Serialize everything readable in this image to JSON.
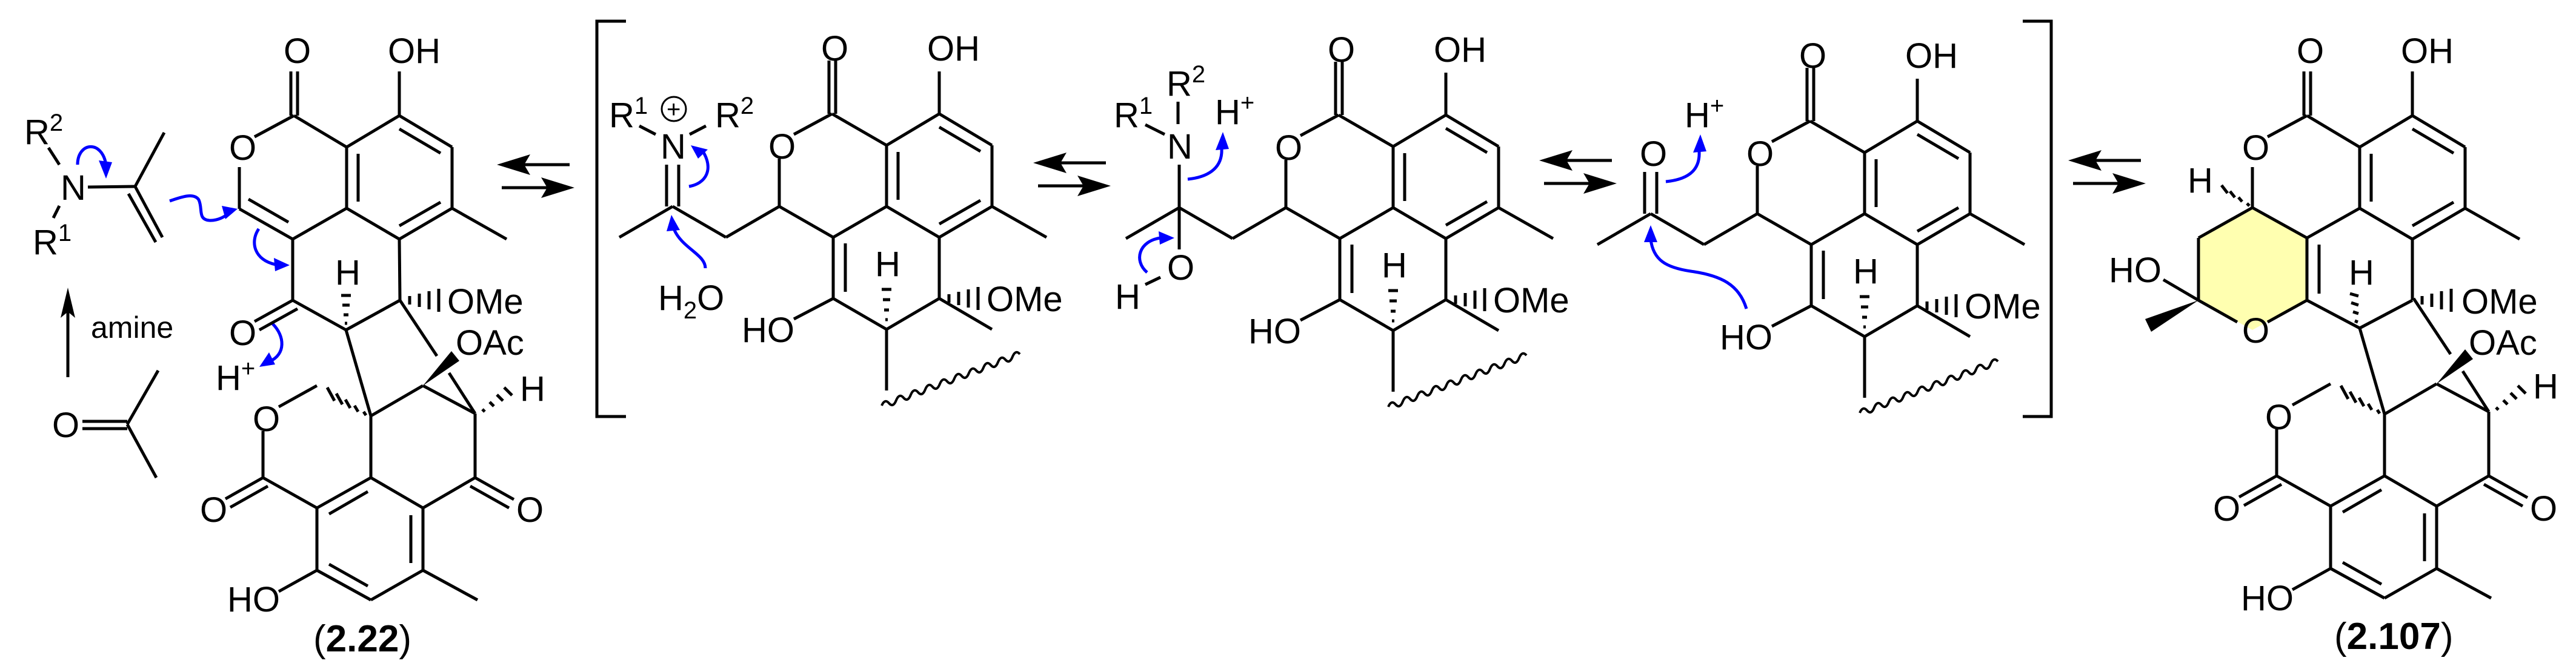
{
  "scheme": {
    "description": "Proposed mechanism: amine-catalysed enamine addition of acetone to (2.22) giving hemiketal (2.107)",
    "colors": {
      "bonds": "#000000",
      "mechanism_arrows": "#0000ff",
      "highlight_ring": "#ffffb0",
      "background": "#ffffff"
    }
  },
  "reagents": {
    "enamine": {
      "r1": "R",
      "r1_sup": "1",
      "r2": "R",
      "r2_sup": "2",
      "n": "N"
    },
    "acetone": {
      "o": "O"
    },
    "amine_step_label": "amine"
  },
  "compound_2_22": {
    "label_open": "(",
    "label_number": "2.22",
    "label_close": ")",
    "atoms": {
      "top_carbonyl_o": "O",
      "top_oh": "OH",
      "lactone_o": "O",
      "ketone_o": "O",
      "proton": "H",
      "proton_sup": "+",
      "stereo_h": "H",
      "ome": "OMe",
      "oac": "OAc",
      "right_h": "H",
      "lower_lactone_ring_o": "O",
      "lower_lactone_carbonyl_o": "O",
      "lower_ketone_o": "O",
      "bottom_ho": "HO"
    }
  },
  "intermediates": [
    {
      "name": "iminium",
      "atoms": {
        "r1": "R",
        "r1_sup": "1",
        "r2": "R",
        "r2_sup": "2",
        "charge": "+",
        "n": "N",
        "water_h": "H",
        "water_sub": "2",
        "water_o": "O",
        "top_carbonyl_o": "O",
        "top_oh": "OH",
        "lactone_o": "O",
        "enol_ho": "HO",
        "stereo_h": "H",
        "ome": "OMe"
      }
    },
    {
      "name": "carbinolamine",
      "atoms": {
        "r1": "R",
        "r1_sup": "1",
        "r2": "R",
        "r2_sup": "2",
        "n": "N",
        "proton": "H",
        "proton_sup": "+",
        "hydroxyl_o": "O",
        "hydroxyl_h": "H",
        "top_carbonyl_o": "O",
        "top_oh": "OH",
        "lactone_o": "O",
        "enol_ho": "HO",
        "stereo_h": "H",
        "ome": "OMe"
      }
    },
    {
      "name": "ketone",
      "atoms": {
        "ketone_o": "O",
        "proton": "H",
        "proton_sup": "+",
        "top_carbonyl_o": "O",
        "top_oh": "OH",
        "lactone_o": "O",
        "enol_ho": "HO",
        "stereo_h": "H",
        "ome": "OMe"
      }
    }
  ],
  "compound_2_107": {
    "label_open": "(",
    "label_number": "2.107",
    "label_close": ")",
    "atoms": {
      "top_carbonyl_o": "O",
      "top_oh": "OH",
      "lactone_o": "O",
      "stereo_h_top": "H",
      "hemiketal_ho": "HO",
      "pyran_o": "O",
      "stereo_h": "H",
      "ome": "OMe",
      "oac": "OAc",
      "right_h": "H",
      "lower_lactone_ring_o": "O",
      "lower_lactone_carbonyl_o": "O",
      "lower_ketone_o": "O",
      "bottom_ho": "HO"
    }
  },
  "equilibria": [
    {
      "id": "eq1",
      "type": "reversible"
    },
    {
      "id": "eq2",
      "type": "reversible"
    },
    {
      "id": "eq3",
      "type": "reversible"
    },
    {
      "id": "eq4",
      "type": "reversible"
    }
  ],
  "forward_arrow": {
    "id": "amine-step",
    "direction": "up"
  }
}
